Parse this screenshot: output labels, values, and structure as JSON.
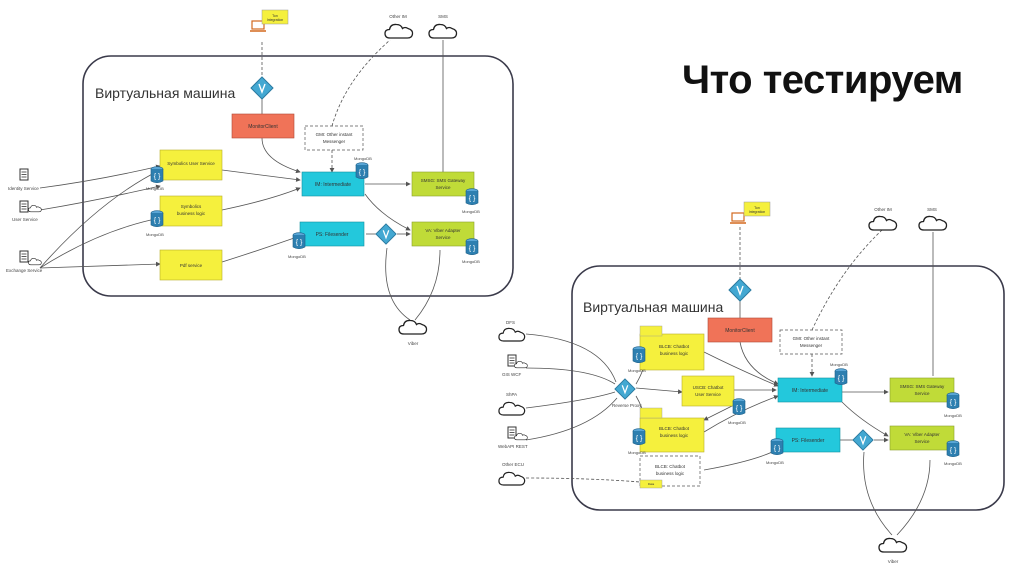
{
  "title": "Что тестируем",
  "left": {
    "vm_title": "Виртуальная машина",
    "monitor": "MonitorClient",
    "gm_line1": "GMI: Other instant",
    "gm_line2": "Messenger",
    "im": "IM: Intermediate",
    "smsg_line1": "SMSG: SMS Gateway",
    "smsg_line2": "Service",
    "va_line1": "VA: Viber Adapter",
    "va_line2": "Service",
    "ps": "PS: Filesender",
    "sus": "Symbolics User Service",
    "sbl_line1": "Symbolics",
    "sbl_line2": "business logic",
    "pdf": "Pdf service",
    "mongodb": "MongoDB",
    "identity": "Identity Service",
    "user_service": "User Service",
    "exchange": "Exchange Service",
    "viber": "Viber",
    "other_im": "Other IM",
    "sms": "SMS",
    "top_note_line1": "Ton",
    "top_note_line2": "Integration"
  },
  "right": {
    "vm_title": "Виртуальная машина",
    "monitor": "MonitorClient",
    "gm_line1": "GMI: Other instant",
    "gm_line2": "Messenger",
    "im": "IM: Intermediate",
    "smsg_line1": "SMSG: SMS Gateway",
    "smsg_line2": "Service",
    "va_line1": "VA: Viber Adapter",
    "va_line2": "Service",
    "ps": "PS: Filesender",
    "uscb_line1": "USCB: Chatbot",
    "uscb_line2": "User Service",
    "blcb_line1": "BLCB: Chatbot",
    "blcb_line2": "business logic",
    "blcb_dashed_line1": "BLCB: Chatbot",
    "blcb_dashed_line2": "business logic",
    "reverse_proxy": "Reverse Proxy",
    "mongodb": "MongoDB",
    "dfs": "DFS",
    "gis_wcf": "GIS WCF",
    "shpa": "ShPA",
    "webapi": "WebAPI REST",
    "other_ecu": "Other ECU",
    "viber": "Viber",
    "other_im": "Other IM",
    "sms": "SMS",
    "small_note": "Data",
    "top_note_line1": "Ton",
    "top_note_line2": "Integration"
  },
  "colors": {
    "yellow": "#f5f03d",
    "cyan": "#23c8dc",
    "green": "#c0db38",
    "salmon": "#f07358",
    "diamond": "#43a8d2",
    "db": "#2d7fb0"
  }
}
